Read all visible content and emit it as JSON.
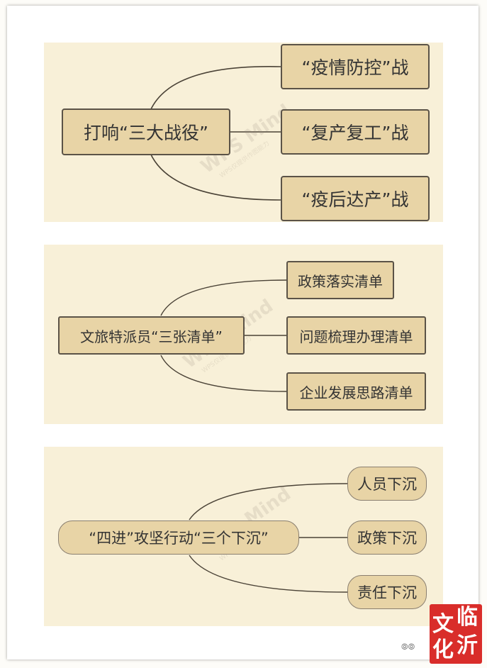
{
  "diagrams": [
    {
      "root": "打响“三大战役”",
      "children": [
        "“疫情防控”战",
        "“复产复工”战",
        "“疫后达产”战"
      ]
    },
    {
      "root": "文旅特派员“三张清单”",
      "children": [
        "政策落实清单",
        "问题梳理办理清单",
        "企业发展思路清单"
      ]
    },
    {
      "root": "“四进”攻坚行动“三个下沉”",
      "children": [
        "人员下沉",
        "政策下沉",
        "责任下沉"
      ]
    }
  ],
  "watermark": {
    "title": "WPS Mind",
    "subtitle": "WPS仅提供作图能力"
  },
  "stamp": {
    "chars": [
      "临",
      "沂",
      "文",
      "化"
    ]
  },
  "colors": {
    "panel_bg": "#f8f0d8",
    "node_fill": "#e8d4a6",
    "node_border": "#5b5347",
    "stamp_red": "#d92d2a"
  },
  "icons": {
    "wechat": "wechat-icon"
  }
}
